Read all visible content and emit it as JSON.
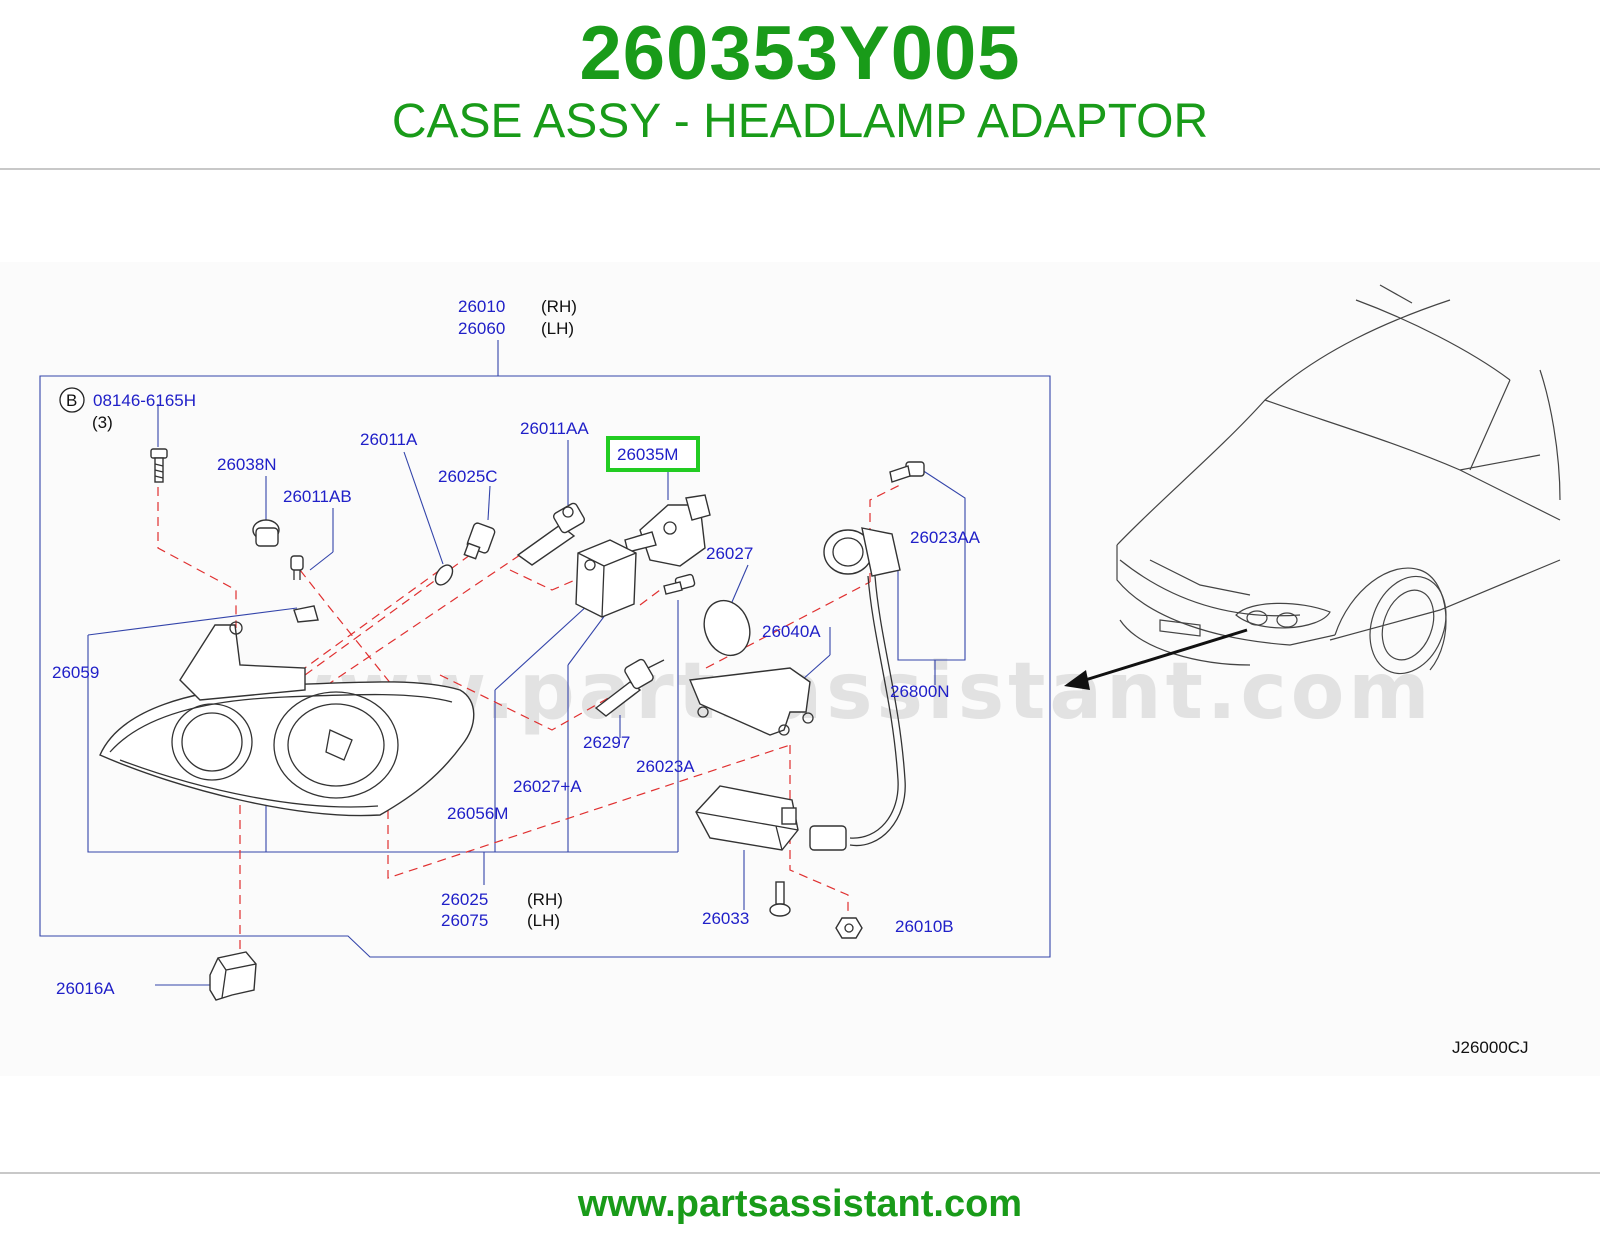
{
  "header": {
    "part_number": "260353Y005",
    "part_name": "CASE ASSY - HEADLAMP ADAPTOR"
  },
  "footer": {
    "url": "www.partsassistant.com"
  },
  "watermark": "www.partsassistant.com",
  "colors": {
    "brand_green": "#199b19",
    "label_blue": "#2020c8",
    "highlight_green": "#22cc22",
    "dashed_red": "#e03030"
  },
  "diagram": {
    "code": "J26000CJ",
    "highlighted_part": "26035M",
    "labels": {
      "p26010": "26010",
      "p26010_side": "(RH)",
      "p26060": "26060",
      "p26060_side": "(LH)",
      "bolt_marker": "B",
      "bolt": "08146-6165H",
      "bolt_qty": "(3)",
      "p26011A": "26011A",
      "p26011AA": "26011AA",
      "p26035M": "26035M",
      "p26038N": "26038N",
      "p26025C": "26025C",
      "p26011AB": "26011AB",
      "p26027": "26027",
      "p26023AA": "26023AA",
      "p26059": "26059",
      "p26040A": "26040A",
      "p26800N": "26800N",
      "p26297": "26297",
      "p26023A": "26023A",
      "p26027A": "26027+A",
      "p26056M": "26056M",
      "p26025": "26025",
      "p26025_side": "(RH)",
      "p26075": "26075",
      "p26075_side": "(LH)",
      "p26033": "26033",
      "p26010B": "26010B",
      "p26016A": "26016A"
    }
  }
}
